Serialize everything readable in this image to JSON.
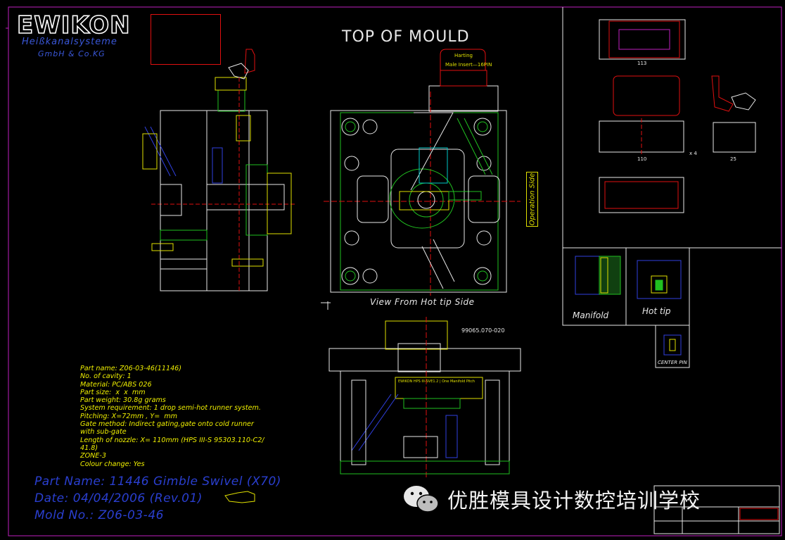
{
  "title_block": {
    "logo": "EWIKON",
    "company_line1": "Heißkanalsysteme",
    "company_line2": "GmbH & Co.KG",
    "drawing_title": "TOP OF MOULD",
    "view_caption": "View From Hot tip Side",
    "operation_side": "Operation Side",
    "connector_brand": "Harting",
    "connector_insert": "Male Insert—16PIN",
    "valve_part": "99065.070-020",
    "nozzle_note": "EWIKON HPS III-SVE1.2 | One Manifold Pitch"
  },
  "detail_labels": {
    "manifold": "Manifold",
    "hot_tip": "Hot tip",
    "center_pin": "CENTER PIN"
  },
  "dimensions": {
    "connector_width": "113",
    "connector_depth": "110",
    "side_width": "25",
    "hole_note": "x 4"
  },
  "spec": {
    "part_name": "Part name: Z06-03-46(11146)",
    "cavities": "No. of cavity: 1",
    "material": "Material: PC/ABS 026",
    "part_size": "Part size:  x  x  mm",
    "part_weight": "Part weight: 30.8g grams",
    "system_req": "System requirement: 1 drop semi-hot runner system.",
    "pitching": "Pitching: X=72mm , Y=  mm",
    "gate_method": "Gate method: Indirect gating,gate onto cold runner",
    "gate_method_2": "with sub-gate",
    "nozzle_length": "Length of nozzle: X= 110mm (HPS III-S 95303.110-C2/",
    "nozzle_length_2": "41.8)",
    "zone": "ZONE-3",
    "colour": "Colour change: Yes"
  },
  "mold_info": {
    "part_name": "Part Name: 11446 Gimble Swivel (X70)",
    "date": "Date: 04/04/2006 (Rev.01)",
    "mold_no": "Mold No.: Z06-03-46"
  },
  "watermark": {
    "text": "优胜模具设计数控培训学校"
  },
  "colors": {
    "background": "#000000",
    "frame": "#c020c0",
    "outline": "#e8e8e8",
    "green": "#20c020",
    "yellow": "#e0e000",
    "cyan": "#00c8c8",
    "blue": "#3040e0",
    "red": "#e01010"
  }
}
